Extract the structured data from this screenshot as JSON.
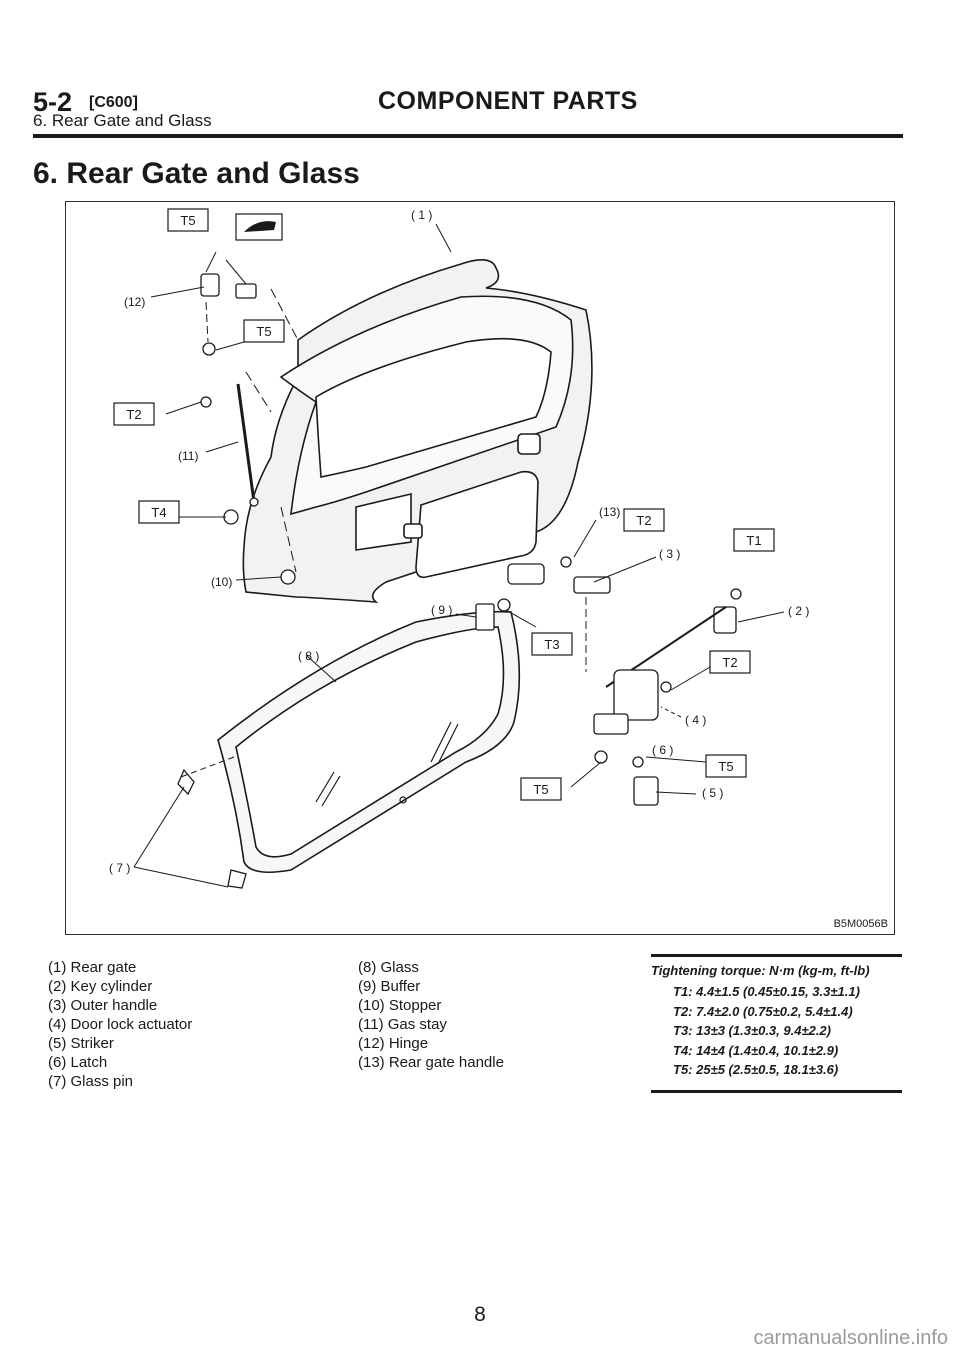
{
  "header": {
    "section_code": "5-2",
    "section_sub": "[C600]",
    "section_title": "COMPONENT PARTS",
    "breadcrumb": "6. Rear Gate and Glass"
  },
  "page_title": "6. Rear Gate and Glass",
  "figure": {
    "code": "B5M0056B",
    "callouts": [
      "( 1 )",
      "( 2 )",
      "( 3 )",
      "( 4 )",
      "( 5 )",
      "( 6 )",
      "( 7 )",
      "( 8 )",
      "( 9 )",
      "(10)",
      "(11)",
      "(12)",
      "(13)"
    ],
    "torque_tags": [
      "T5",
      "T5",
      "T2",
      "T4",
      "T2",
      "T1",
      "T3",
      "T2",
      "T5",
      "T5"
    ]
  },
  "legend": {
    "col1": [
      "(1) Rear gate",
      "(2) Key cylinder",
      "(3) Outer handle",
      "(4) Door lock actuator",
      "(5) Striker",
      "(6) Latch",
      "(7) Glass pin"
    ],
    "col2": [
      "(8) Glass",
      "(9) Buffer",
      "(10) Stopper",
      "(11) Gas stay",
      "(12) Hinge",
      "(13) Rear gate handle"
    ]
  },
  "torque": {
    "title": "Tightening torque: N·m (kg-m, ft-lb)",
    "items": [
      "T1: 4.4±1.5 (0.45±0.15, 3.3±1.1)",
      "T2: 7.4±2.0 (0.75±0.2, 5.4±1.4)",
      "T3: 13±3 (1.3±0.3, 9.4±2.2)",
      "T4: 14±4 (1.4±0.4, 10.1±2.9)",
      "T5: 25±5 (2.5±0.5, 18.1±3.6)"
    ]
  },
  "page_number": "8",
  "watermark": "carmanualsonline.info"
}
